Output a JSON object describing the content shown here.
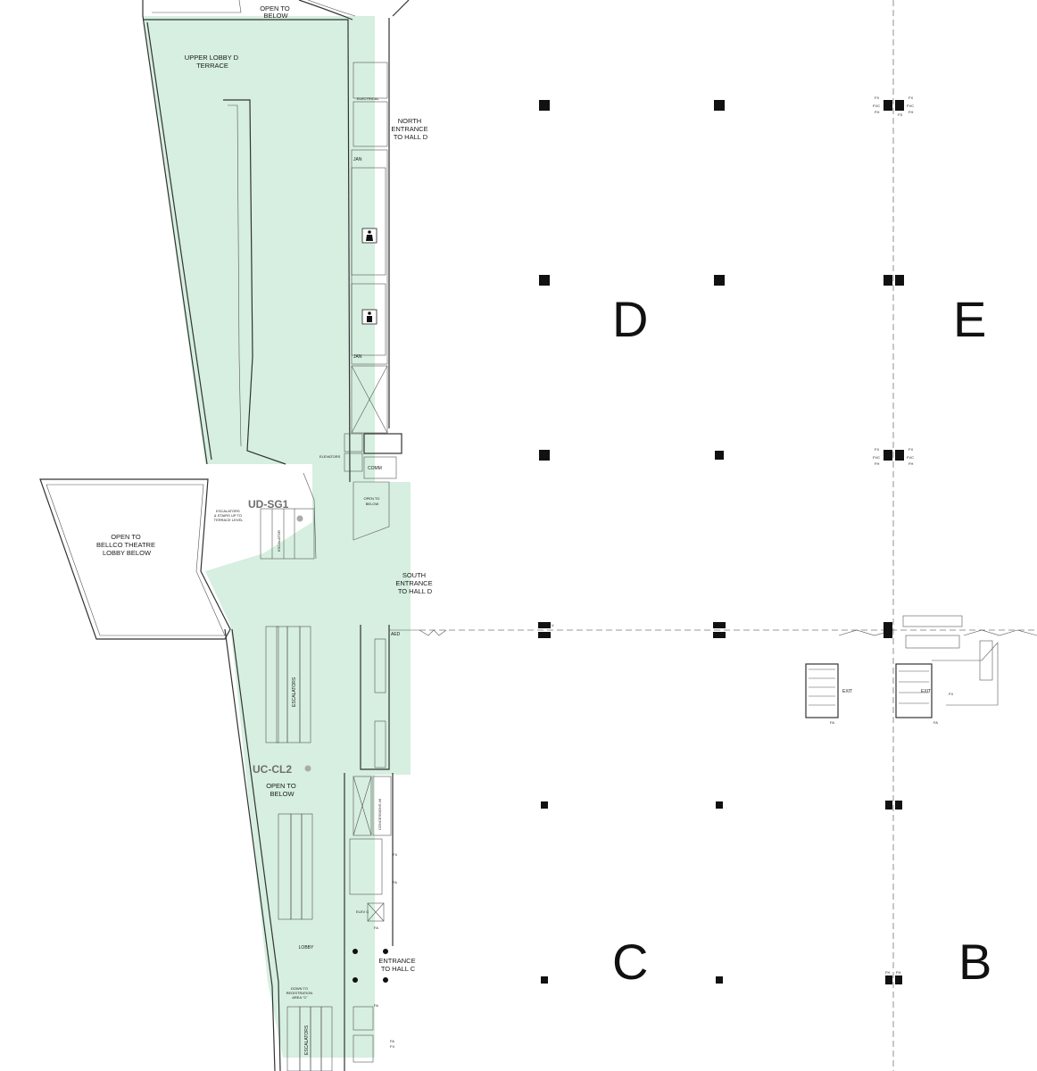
{
  "colors": {
    "zone_fill": "#d6efe0",
    "wall_stroke": "#333333",
    "column_fill": "#111111",
    "code_label": "#6e6e6e"
  },
  "halls": {
    "d": "D",
    "e": "E",
    "c": "C",
    "b": "B"
  },
  "areas": {
    "upper_lobby_terrace": [
      "UPPER LOBBY D",
      "TERRACE"
    ],
    "open_to_below_top": [
      "OPEN TO",
      "BELOW"
    ],
    "open_to_bellco": [
      "OPEN TO",
      "BELLCO THEATRE",
      "LOBBY BELOW"
    ],
    "open_to_below_mid": [
      "OPEN TO",
      "BELOW"
    ],
    "open_to_below_small": [
      "OPEN TO",
      "BELOW"
    ],
    "lobby": "LOBBY",
    "escalators_stairs_note": [
      "ESCALATORS",
      "& STAIRS UP TO",
      "TERRACE LEVEL"
    ],
    "down_to_registration": [
      "DOWN TO",
      "REGISTRATION",
      "AREA \"C\""
    ]
  },
  "entrances": {
    "north_hall_d": [
      "NORTH",
      "ENTRANCE",
      "TO HALL D"
    ],
    "south_hall_d": [
      "SOUTH",
      "ENTRANCE",
      "TO HALL D"
    ],
    "hall_c": [
      "ENTRANCE",
      "TO HALL C"
    ]
  },
  "rooms": {
    "electrical": "ELECTRICAL",
    "jan_top": "JAN",
    "jan_bottom": "JAN",
    "elevators": "ELEVATORS",
    "comm": "COMM",
    "concessions": "CONCESSIONS #6",
    "elev_c": "ELEV C",
    "escalator_upper": "ESCALATOR",
    "escalators_mid": "ESCALATORS",
    "escalators_bottom": "ESCALATORS",
    "aed": "AED",
    "exit_left": "EXIT",
    "exit_right": "EXIT"
  },
  "codes": {
    "ud_sg1": "UD-SG1",
    "uc_cl2": "UC-CL2"
  },
  "symbols": {
    "fx": "FX",
    "fvc": "FVC",
    "fh": "FH",
    "fs": "FS",
    "fa": "FA",
    "v": "V"
  },
  "icons": {
    "restroom_women": "restroom-women-icon",
    "restroom_men": "restroom-men-icon"
  }
}
